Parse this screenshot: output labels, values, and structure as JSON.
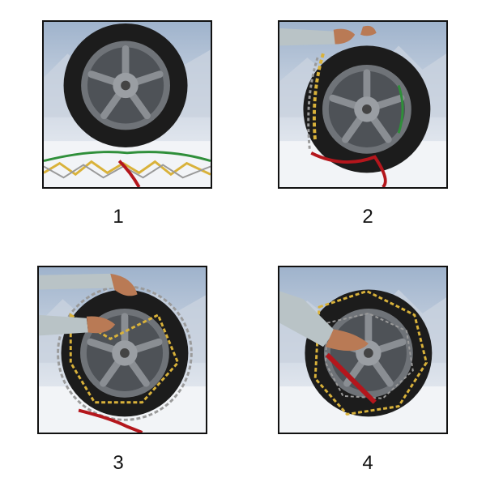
{
  "steps": [
    {
      "number": "1"
    },
    {
      "number": "2"
    },
    {
      "number": "3"
    },
    {
      "number": "4"
    }
  ],
  "colors": {
    "tire": "#1c1c1c",
    "rim": "#6f7378",
    "chain_yellow": "#d9b23a",
    "chain_steel": "#9a9a9a",
    "tensioner_red": "#b4161c",
    "cable_green": "#2f8f3a",
    "sky": "#b9c8dc",
    "snow": "#f2f4f7",
    "sleeve": "#b9c3c6",
    "skin": "#b97a55"
  }
}
